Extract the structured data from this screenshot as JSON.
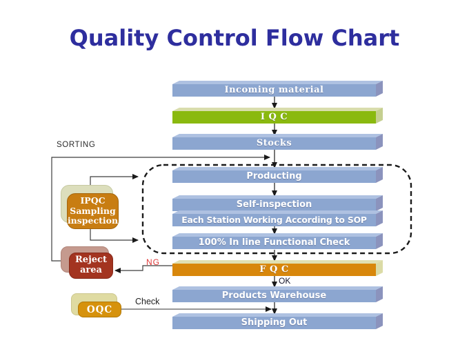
{
  "title": "Quality Control Flow Chart",
  "flow": {
    "steps": [
      {
        "label": "Incoming material",
        "type": "blue"
      },
      {
        "label": "I Q C",
        "type": "green"
      },
      {
        "label": "Stocks",
        "type": "blue"
      },
      {
        "label": "Producting",
        "type": "blue"
      },
      {
        "label": "Self-inspection",
        "type": "blue"
      },
      {
        "label": "Each Station Working According to SOP",
        "type": "blue"
      },
      {
        "label": "100% In line Functional Check",
        "type": "blue"
      },
      {
        "label": "F Q C",
        "type": "orange"
      },
      {
        "label": "Products Warehouse",
        "type": "blue"
      },
      {
        "label": "Shipping Out",
        "type": "blue"
      }
    ]
  },
  "side_boxes": {
    "ipqc": {
      "label": "IPQC\nSampling\ninspection"
    },
    "reject": {
      "label": "Reject\narea"
    },
    "oqc": {
      "label": "OQC"
    }
  },
  "annotations": {
    "sorting": "SORTING",
    "ng": "NG",
    "ok": "OK",
    "check": "Check"
  },
  "colors": {
    "title_text": "#2e2e9e",
    "bar_blue_face": "#8ca6d0",
    "bar_blue_top": "#aec1e1",
    "bar_blue_side": "#8b93bd",
    "bar_green_face": "#8ab90f",
    "bar_green_top": "#d9ddad",
    "bar_orange_face": "#d8870b",
    "bar_orange_top": "#e0e0b2",
    "ipqc_face": "#c87d12",
    "ipqc_backing": "#dcdebc",
    "reject_face": "#a33420",
    "reject_backing": "#c59a8e",
    "oqc_face": "#d6920d",
    "oqc_backing": "#dfdba2",
    "ng_text": "#e03a3a",
    "connector": "#3c3c3c",
    "dashed_border": "#1a1a1a"
  }
}
